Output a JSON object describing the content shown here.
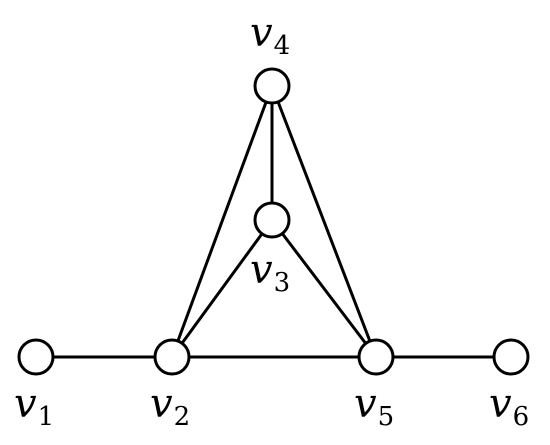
{
  "graph": {
    "nodes": [
      {
        "id": "v1",
        "letter": "v",
        "sub": "1"
      },
      {
        "id": "v2",
        "letter": "v",
        "sub": "2"
      },
      {
        "id": "v3",
        "letter": "v",
        "sub": "3"
      },
      {
        "id": "v4",
        "letter": "v",
        "sub": "4"
      },
      {
        "id": "v5",
        "letter": "v",
        "sub": "5"
      },
      {
        "id": "v6",
        "letter": "v",
        "sub": "6"
      }
    ],
    "edges": [
      [
        "v1",
        "v2"
      ],
      [
        "v2",
        "v5"
      ],
      [
        "v5",
        "v6"
      ],
      [
        "v2",
        "v4"
      ],
      [
        "v2",
        "v3"
      ],
      [
        "v4",
        "v3"
      ],
      [
        "v4",
        "v5"
      ],
      [
        "v3",
        "v5"
      ]
    ]
  }
}
